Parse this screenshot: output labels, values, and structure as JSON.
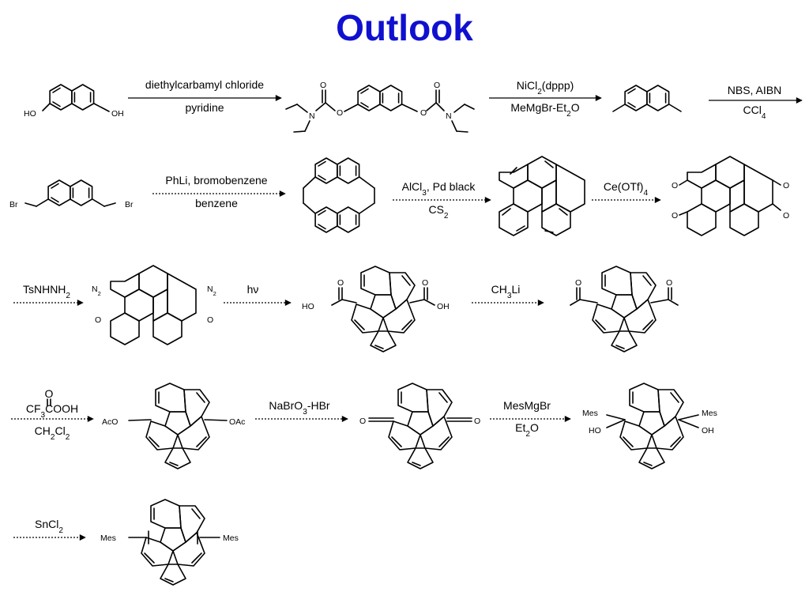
{
  "title": "Outlook",
  "steps": [
    {
      "id": "s1",
      "above": "diethylcarbamyl chloride",
      "below": "pyridine"
    },
    {
      "id": "s2",
      "above": "NiCl<sub>2</sub>(dppp)",
      "below": "MeMgBr-Et<sub>2</sub>O"
    },
    {
      "id": "s3",
      "above": "NBS, AIBN",
      "below": "CCl<sub>4</sub>"
    },
    {
      "id": "s4",
      "above": "PhLi, bromobenzene",
      "below": "benzene"
    },
    {
      "id": "s5",
      "above": "AlCl<sub>3</sub>, Pd black",
      "below": "CS<sub>2</sub>"
    },
    {
      "id": "s6",
      "above": "Ce(OTf)<sub>4</sub>",
      "below": ""
    },
    {
      "id": "s7",
      "above": "TsNHNH<sub>2</sub>",
      "below": ""
    },
    {
      "id": "s8",
      "above": "hν",
      "below": ""
    },
    {
      "id": "s9",
      "above": "CH<sub>3</sub>Li",
      "below": ""
    },
    {
      "id": "s10",
      "above": "CF<sub>3</sub>COOH",
      "top": "O",
      "below": "CH<sub>2</sub>Cl<sub>2</sub>"
    },
    {
      "id": "s11",
      "above": "NaBrO<sub>3</sub>-HBr",
      "below": ""
    },
    {
      "id": "s12",
      "above": "MesMgBr",
      "below": "Et<sub>2</sub>O"
    },
    {
      "id": "s13",
      "above": "SnCl<sub>2</sub>",
      "below": ""
    }
  ],
  "atoms": {
    "ho": "HO",
    "oh": "OH",
    "n": "N",
    "o": "O",
    "br": "Br",
    "n2": "N<sub>2</sub>",
    "aco": "AcO",
    "oac": "OAc",
    "mes": "Mes"
  }
}
